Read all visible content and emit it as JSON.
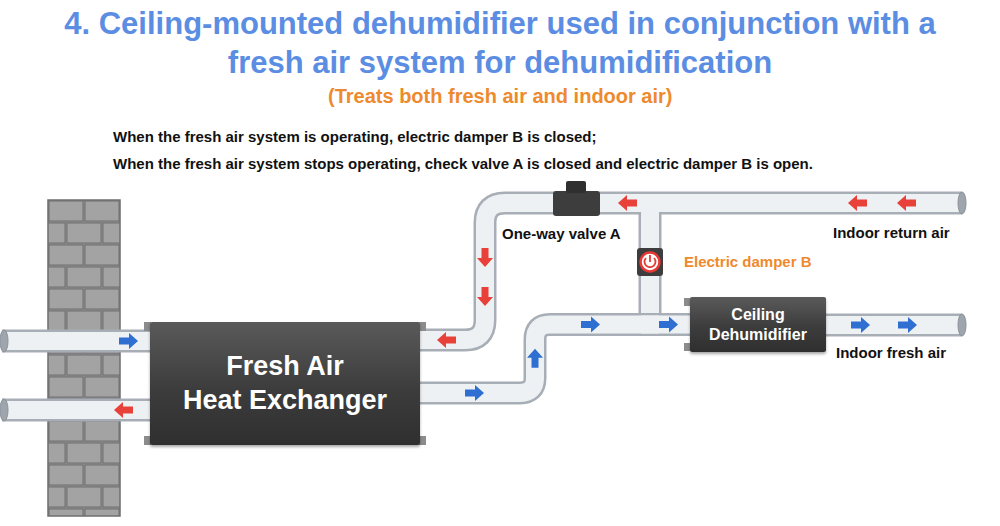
{
  "diagram": {
    "title": "4. Ceiling-mounted dehumidifier used in conjunction with a fresh air system for dehumidification",
    "nodes": [
      {
        "text": [
          "Fresh Air Heat Exchanger"
        ]
      },
      {
        "text": [
          "Ceiling Dehumidifier"
        ]
      }
    ],
    "edges": [
      {
        "from": 0,
        "to": 1,
        "arrow": "to"
      }
    ],
    "labels": [
      "(Treats both fresh air and indoor air)",
      "When the fresh air system is operating, electric damper B is closed;",
      "When the fresh air system stops operating, check valve A is closed and electric damper B is open.",
      "One-way valve A",
      "Electric damper B",
      "Indoor return air",
      "Indoor fresh air"
    ]
  }
}
